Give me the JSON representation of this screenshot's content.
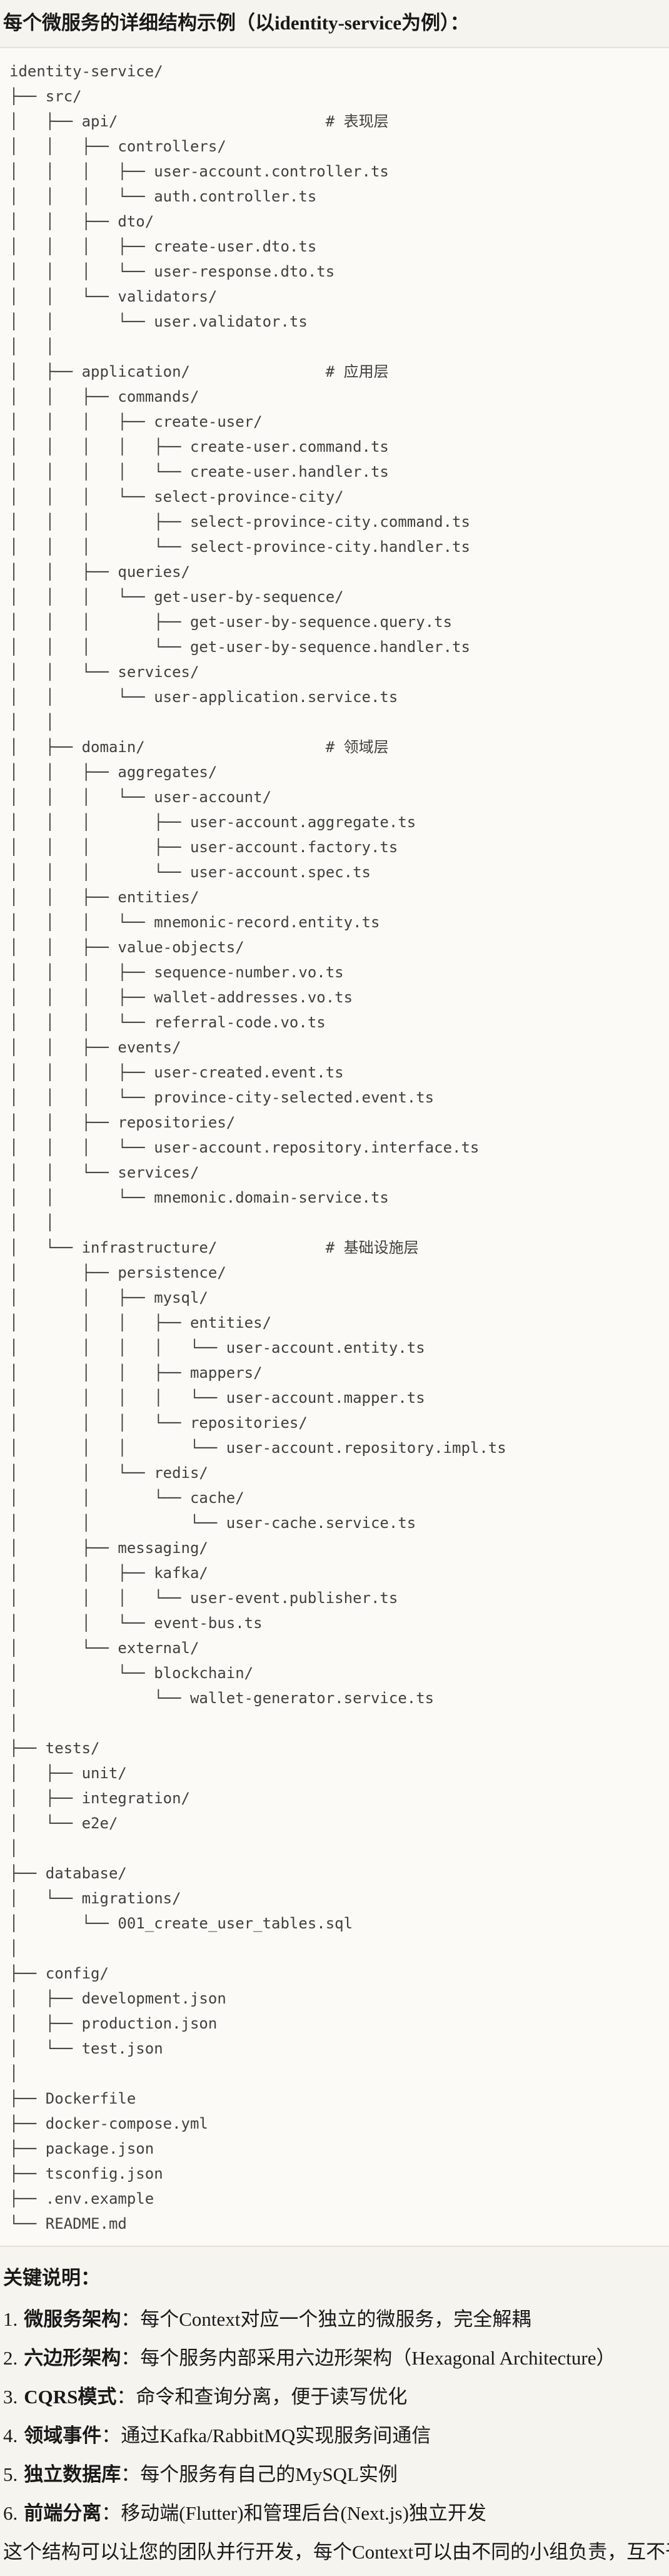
{
  "header": {
    "title": "每个微服务的详细结构示例（以identity-service为例）："
  },
  "code_block": {
    "lines": [
      "identity-service/",
      "├── src/",
      "│   ├── api/                       # 表现层",
      "│   │   ├── controllers/",
      "│   │   │   ├── user-account.controller.ts",
      "│   │   │   └── auth.controller.ts",
      "│   │   ├── dto/",
      "│   │   │   ├── create-user.dto.ts",
      "│   │   │   └── user-response.dto.ts",
      "│   │   └── validators/",
      "│   │       └── user.validator.ts",
      "│   │",
      "│   ├── application/               # 应用层",
      "│   │   ├── commands/",
      "│   │   │   ├── create-user/",
      "│   │   │   │   ├── create-user.command.ts",
      "│   │   │   │   └── create-user.handler.ts",
      "│   │   │   └── select-province-city/",
      "│   │   │       ├── select-province-city.command.ts",
      "│   │   │       └── select-province-city.handler.ts",
      "│   │   ├── queries/",
      "│   │   │   └── get-user-by-sequence/",
      "│   │   │       ├── get-user-by-sequence.query.ts",
      "│   │   │       └── get-user-by-sequence.handler.ts",
      "│   │   └── services/",
      "│   │       └── user-application.service.ts",
      "│   │",
      "│   ├── domain/                    # 领域层",
      "│   │   ├── aggregates/",
      "│   │   │   └── user-account/",
      "│   │   │       ├── user-account.aggregate.ts",
      "│   │   │       ├── user-account.factory.ts",
      "│   │   │       └── user-account.spec.ts",
      "│   │   ├── entities/",
      "│   │   │   └── mnemonic-record.entity.ts",
      "│   │   ├── value-objects/",
      "│   │   │   ├── sequence-number.vo.ts",
      "│   │   │   ├── wallet-addresses.vo.ts",
      "│   │   │   └── referral-code.vo.ts",
      "│   │   ├── events/",
      "│   │   │   ├── user-created.event.ts",
      "│   │   │   └── province-city-selected.event.ts",
      "│   │   ├── repositories/",
      "│   │   │   └── user-account.repository.interface.ts",
      "│   │   └── services/",
      "│   │       └── mnemonic.domain-service.ts",
      "│   │",
      "│   └── infrastructure/            # 基础设施层",
      "│       ├── persistence/",
      "│       │   ├── mysql/",
      "│       │   │   ├── entities/",
      "│       │   │   │   └── user-account.entity.ts",
      "│       │   │   ├── mappers/",
      "│       │   │   │   └── user-account.mapper.ts",
      "│       │   │   └── repositories/",
      "│       │   │       └── user-account.repository.impl.ts",
      "│       │   └── redis/",
      "│       │       └── cache/",
      "│       │           └── user-cache.service.ts",
      "│       ├── messaging/",
      "│       │   ├── kafka/",
      "│       │   │   └── user-event.publisher.ts",
      "│       │   └── event-bus.ts",
      "│       └── external/",
      "│           └── blockchain/",
      "│               └── wallet-generator.service.ts",
      "│",
      "├── tests/",
      "│   ├── unit/",
      "│   ├── integration/",
      "│   └── e2e/",
      "│",
      "├── database/",
      "│   └── migrations/",
      "│       └── 001_create_user_tables.sql",
      "│",
      "├── config/",
      "│   ├── development.json",
      "│   ├── production.json",
      "│   └── test.json",
      "│",
      "├── Dockerfile",
      "├── docker-compose.yml",
      "├── package.json",
      "├── tsconfig.json",
      "├── .env.example",
      "└── README.md"
    ]
  },
  "notes": {
    "heading": "关键说明：",
    "items": [
      {
        "num": "1.",
        "term": "微服务架构",
        "desc": "：每个Context对应一个独立的微服务，完全解耦"
      },
      {
        "num": "2.",
        "term": "六边形架构",
        "desc": "：每个服务内部采用六边形架构（Hexagonal Architecture）"
      },
      {
        "num": "3.",
        "term": "CQRS模式",
        "desc": "：命令和查询分离，便于读写优化"
      },
      {
        "num": "4.",
        "term": "领域事件",
        "desc": "：通过Kafka/RabbitMQ实现服务间通信"
      },
      {
        "num": "5.",
        "term": "独立数据库",
        "desc": "：每个服务有自己的MySQL实例"
      },
      {
        "num": "6.",
        "term": "前端分离",
        "desc": "：移动端(Flutter)和管理后台(Next.js)独立开发"
      }
    ],
    "closing": "这个结构可以让您的团队并行开发，每个Context可以由不同的小组负责，互不干扰。"
  },
  "colors": {
    "page_bg": "#f6f4ef",
    "code_bg": "#fbfaf7",
    "code_border": "#e4e1da",
    "code_text": "#40403c",
    "body_text": "#191918"
  }
}
